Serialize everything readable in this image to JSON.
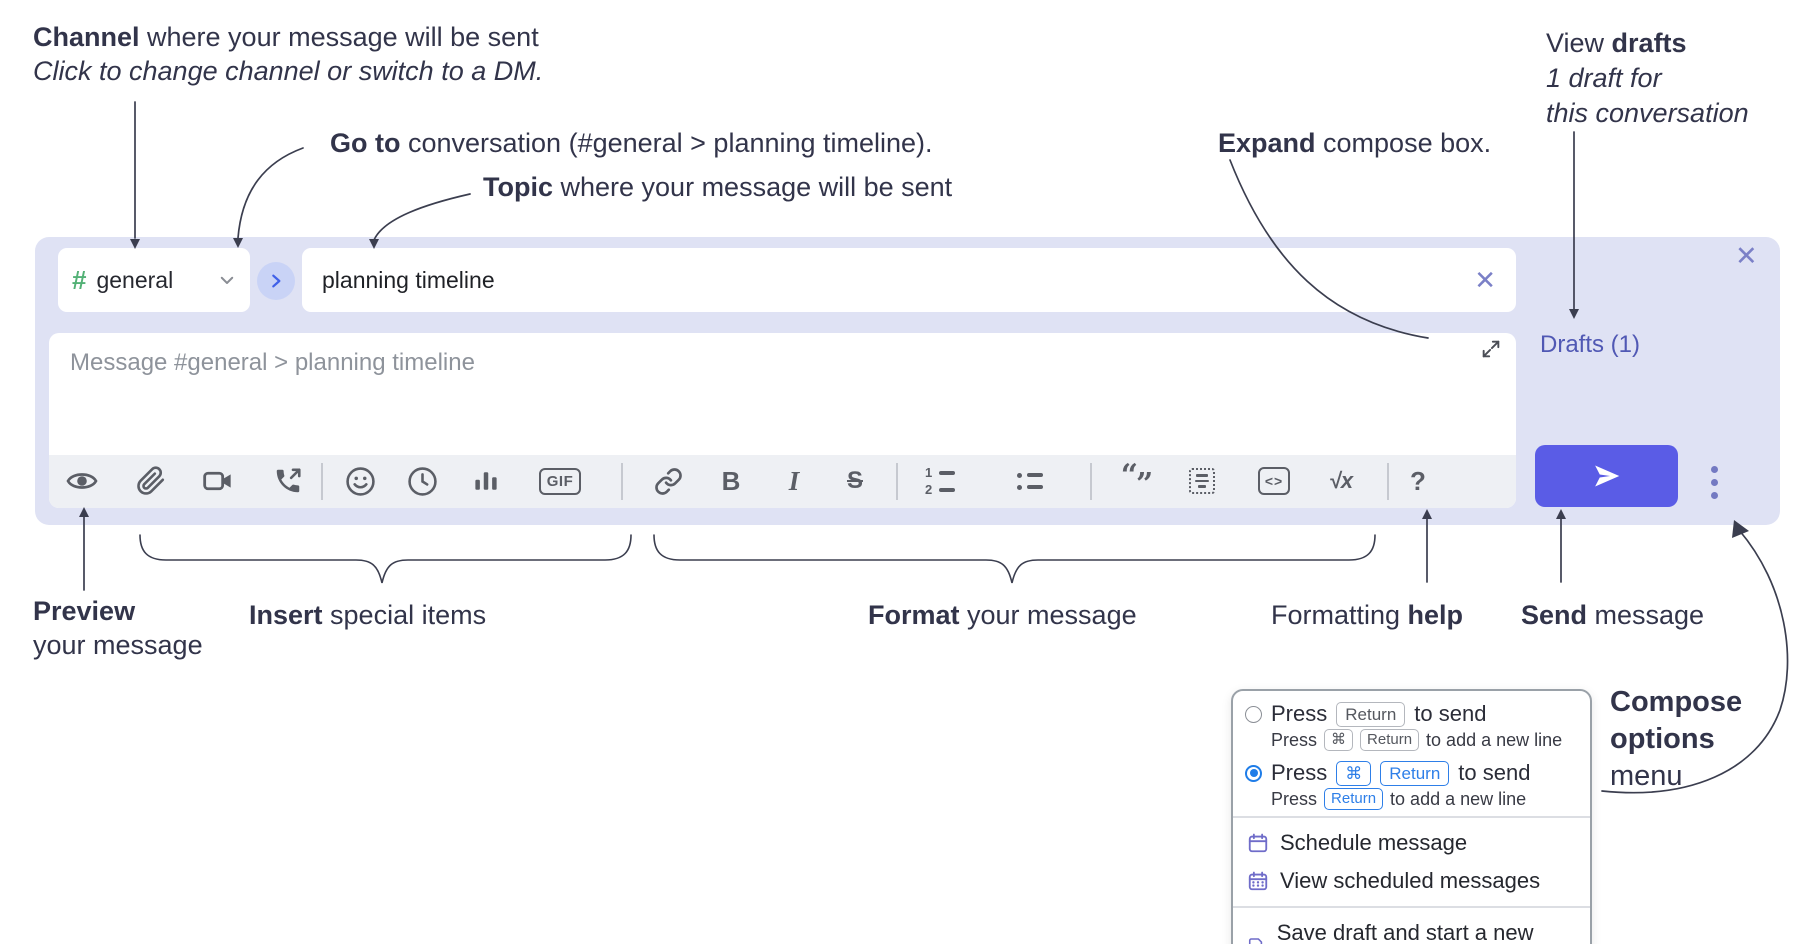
{
  "annotations": {
    "channel_bold": "Channel",
    "channel_rest": " where your message will be sent",
    "channel_sub": "Click to change channel or switch to a DM.",
    "goto_bold": "Go to",
    "goto_rest": " conversation (#general > planning timeline).",
    "topic_bold": "Topic",
    "topic_rest": " where your message will be sent",
    "expand_bold": "Expand",
    "expand_rest": " compose box.",
    "drafts_pre": "View ",
    "drafts_bold": "drafts",
    "drafts_line2": "1 draft for",
    "drafts_line3": "this conversation",
    "preview_bold": "Preview",
    "preview_line2": "your message",
    "insert_bold": "Insert",
    "insert_rest": " special items",
    "format_bold": "Format",
    "format_rest": " your message",
    "help_pre": "Formatting ",
    "help_bold": "help",
    "send_bold": "Send",
    "send_rest": " message",
    "compose_line1": "Compose",
    "compose_line2": "options",
    "compose_line3": "menu"
  },
  "composer": {
    "channel_hash": "#",
    "channel_name": "general",
    "topic_value": "planning timeline",
    "message_placeholder": "Message #general > planning timeline",
    "drafts_link": "Drafts (1)",
    "close_x": "✕",
    "clear_x": "✕"
  },
  "toolbar": {
    "gif": "GIF",
    "bold": "B",
    "italic": "I",
    "strike": "S",
    "quote_open": "“",
    "quote_close": "”",
    "code": "<>",
    "formula": "√x",
    "help": "?",
    "ol1": "1",
    "ol2": "2"
  },
  "menu": {
    "opt1_pre": "Press",
    "opt1_key": "Return",
    "opt1_post": "to send",
    "opt1_sub_pre": "Press",
    "opt1_sub_key1": "⌘",
    "opt1_sub_key2": "Return",
    "opt1_sub_post": "to add a new line",
    "opt2_pre": "Press",
    "opt2_key1": "⌘",
    "opt2_key2": "Return",
    "opt2_post": "to send",
    "opt2_sub_pre": "Press",
    "opt2_sub_key": "Return",
    "opt2_sub_post": "to add a new line",
    "item_schedule": "Schedule message",
    "item_view_scheduled": "View scheduled messages",
    "item_save_draft": "Save draft and start a new message"
  },
  "colors": {
    "panel_bg": "#dfe2f4",
    "send_button": "#5a5ce6",
    "accent_purple": "#7b80c7",
    "drafts_link": "#5058b4",
    "channel_hash_green": "#53b176",
    "radio_selected_blue": "#1f7de8",
    "menu_icon_purple": "#6f6cc9",
    "toolbar_icon_gray": "#5b5e66"
  }
}
